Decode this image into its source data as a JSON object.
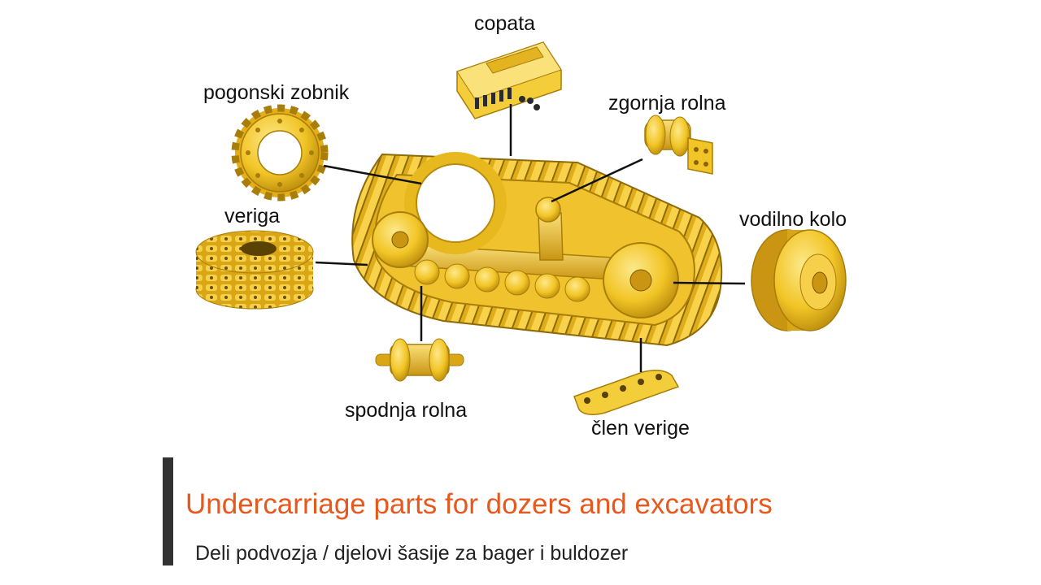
{
  "colors": {
    "part_yellow": "#f2c526",
    "part_yellow_light": "#fbe17a",
    "part_yellow_dark": "#b98a0c",
    "leader_line": "#111111",
    "title_orange": "#e8581c",
    "caption_bar": "#333333"
  },
  "labels": {
    "track_shoe": "copata",
    "sprocket": "pogonski zobnik",
    "carrier_roller": "zgornja rolna",
    "chain": "veriga",
    "idler": "vodilno kolo",
    "track_roller": "spodnja rolna",
    "chain_link": "člen verige"
  },
  "caption": {
    "title": "Undercarriage parts for dozers and excavators",
    "subtitle": "Deli podvozja / djelovi šasije za bager i buldozer"
  }
}
